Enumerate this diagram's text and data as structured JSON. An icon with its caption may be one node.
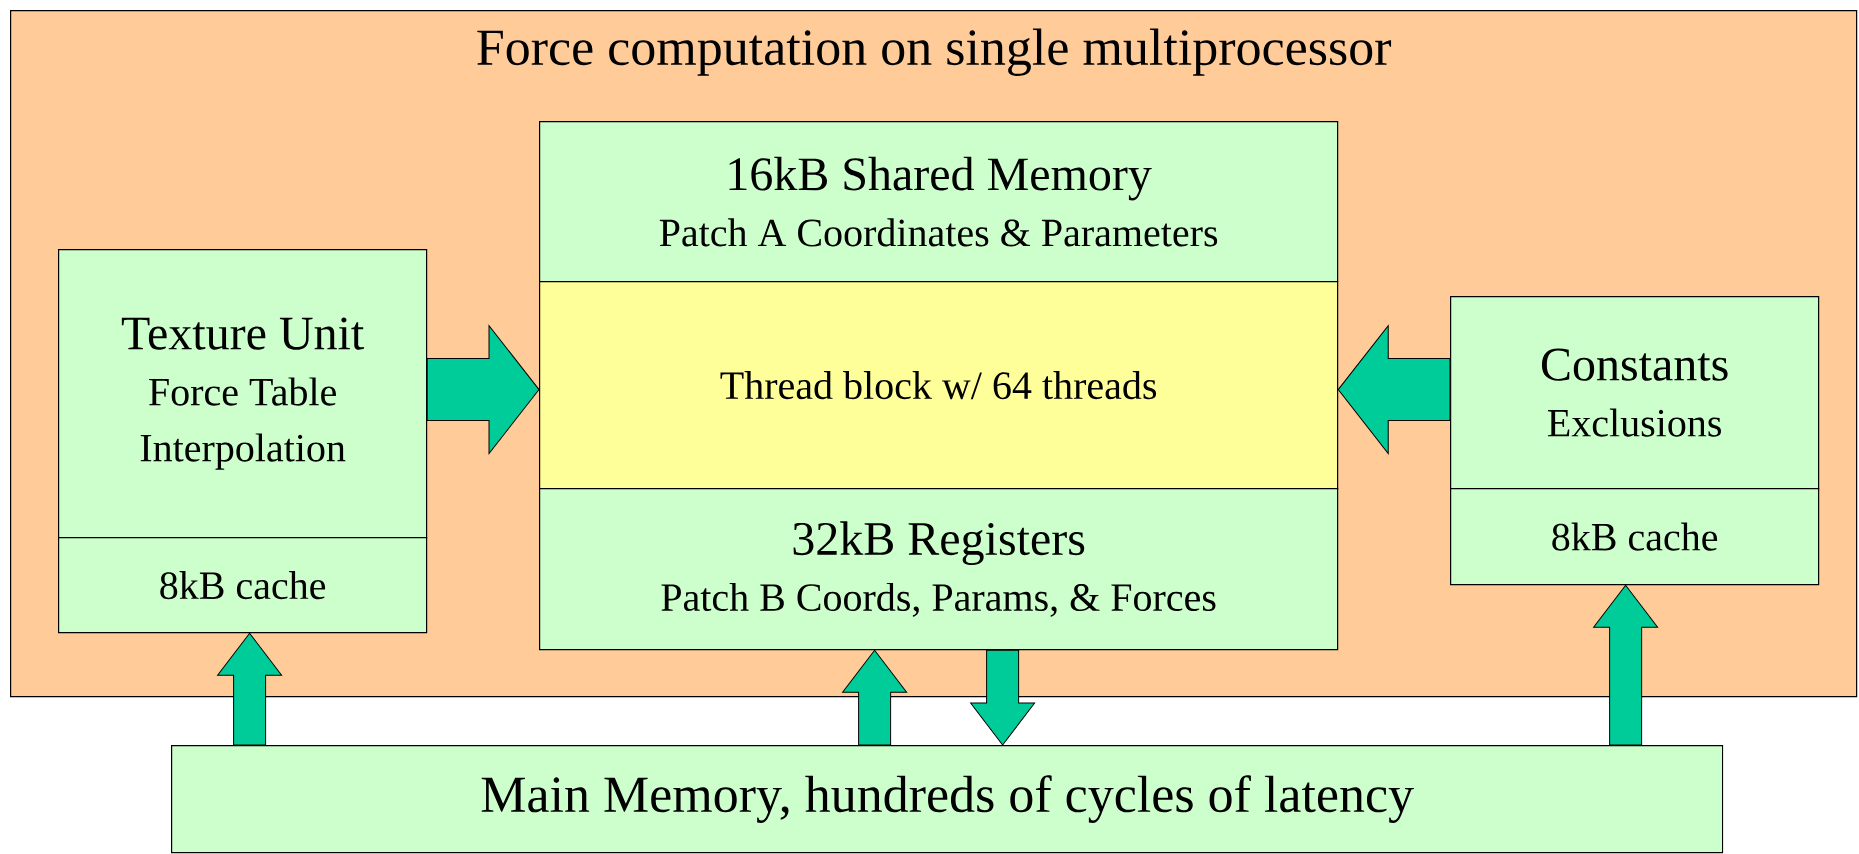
{
  "diagram": {
    "nodes": [
      {
        "text": [
          "Force computation on single multiprocessor"
        ]
      },
      {
        "text": [
          "Texture Unit",
          "Force Table Interpolation"
        ],
        "in": 0
      },
      {
        "text": [
          "8kB cache"
        ],
        "in": 0
      },
      {
        "text": [
          "16kB Shared Memory",
          "Patch A Coordinates & Parameters"
        ],
        "in": 0
      },
      {
        "text": [
          "Thread block w/ 64 threads"
        ],
        "in": 0
      },
      {
        "text": [
          "32kB Registers",
          "Patch B Coords, Params, & Forces"
        ],
        "in": 0
      },
      {
        "text": [
          "Constants",
          "Exclusions"
        ],
        "in": 0
      },
      {
        "text": [
          "8kB cache"
        ],
        "in": 0
      },
      {
        "text": [
          "Main Memory, hundreds of cycles of latency"
        ]
      }
    ],
    "edges": [
      {
        "from": 1,
        "to": 4,
        "arrow": "to"
      },
      {
        "from": 6,
        "to": 4,
        "arrow": "to"
      },
      {
        "from": 8,
        "to": 2,
        "arrow": "to"
      },
      {
        "from": 8,
        "to": 5,
        "arrow": "to"
      },
      {
        "from": 5,
        "to": 8,
        "arrow": "to"
      },
      {
        "from": 8,
        "to": 7,
        "arrow": "to"
      }
    ]
  }
}
